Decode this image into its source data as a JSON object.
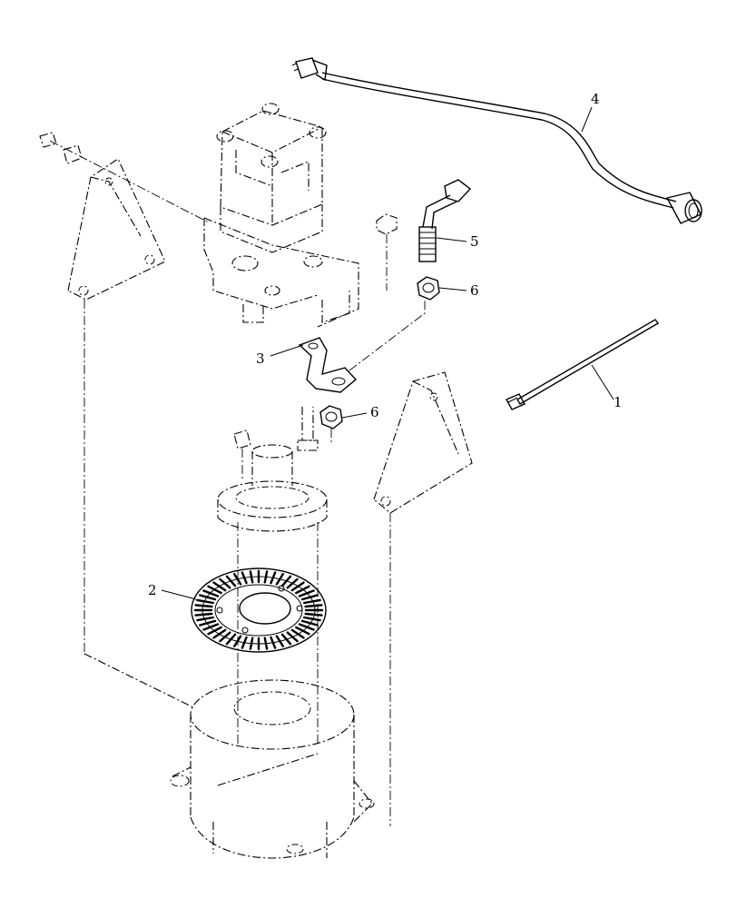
{
  "callouts": {
    "item1": "1",
    "item2": "2",
    "item3": "3",
    "item4": "4",
    "item5": "5",
    "item6a": "6",
    "item6b": "6"
  }
}
